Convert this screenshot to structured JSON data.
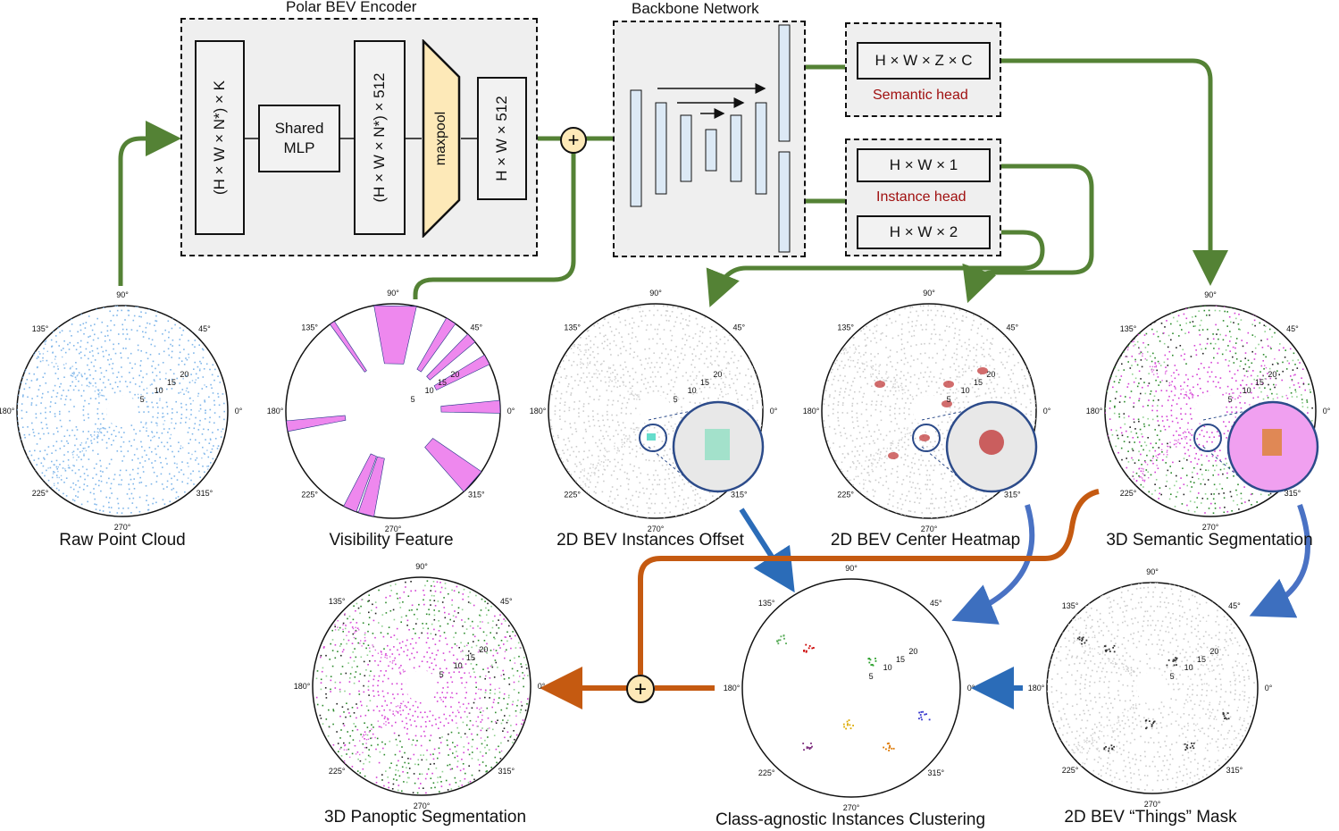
{
  "encoder": {
    "title": "Polar BEV Encoder",
    "input_shape": "(H × W × N*) × K",
    "mlp": "Shared\nMLP",
    "mid_shape": "(H × W × N*) × 512",
    "pool": "maxpool",
    "out_shape": "H × W × 512"
  },
  "backbone": {
    "title": "Backbone Network"
  },
  "semantic_head": {
    "shape": "H × W × Z × C",
    "label": "Semantic head"
  },
  "instance_head": {
    "shape1": "H × W × 1",
    "shape2": "H × W × 2",
    "label": "Instance head"
  },
  "plus_symbol": "+",
  "polar_labels": {
    "deg": [
      "90°",
      "45°",
      "0°",
      "315°",
      "270°",
      "225°",
      "180°",
      "135°"
    ],
    "rings": [
      "5",
      "10",
      "15",
      "20"
    ]
  },
  "panels": [
    {
      "id": "raw",
      "caption": "Raw Point Cloud",
      "style": "points",
      "color": "#7fb6ea"
    },
    {
      "id": "vis",
      "caption": "Visibility Feature",
      "style": "visibility",
      "color": "#ee88ee"
    },
    {
      "id": "offset",
      "caption": "2D BEV Instances Offset",
      "style": "offset",
      "color": "#cccccc"
    },
    {
      "id": "heatmap",
      "caption": "2D BEV Center Heatmap",
      "style": "heatmap",
      "color": "#cccccc"
    },
    {
      "id": "semantic",
      "caption": "3D Semantic Segmentation",
      "style": "semantic",
      "color": "#d43fd4"
    },
    {
      "id": "panoptic",
      "caption": "3D Panoptic Segmentation",
      "style": "semantic",
      "color": "#d43fd4"
    },
    {
      "id": "cluster",
      "caption": "Class-agnostic Instances Clustering",
      "style": "cluster",
      "color": "#ffffff"
    },
    {
      "id": "things",
      "caption": "2D BEV “Things” Mask",
      "style": "things",
      "color": "#cccccc"
    }
  ],
  "colors": {
    "green": "#548235",
    "orange": "#c55a11",
    "blue": "#3d6fbf",
    "darkred": "#a01010",
    "pool": "#fde9b8",
    "cell": "#dce9f5"
  }
}
